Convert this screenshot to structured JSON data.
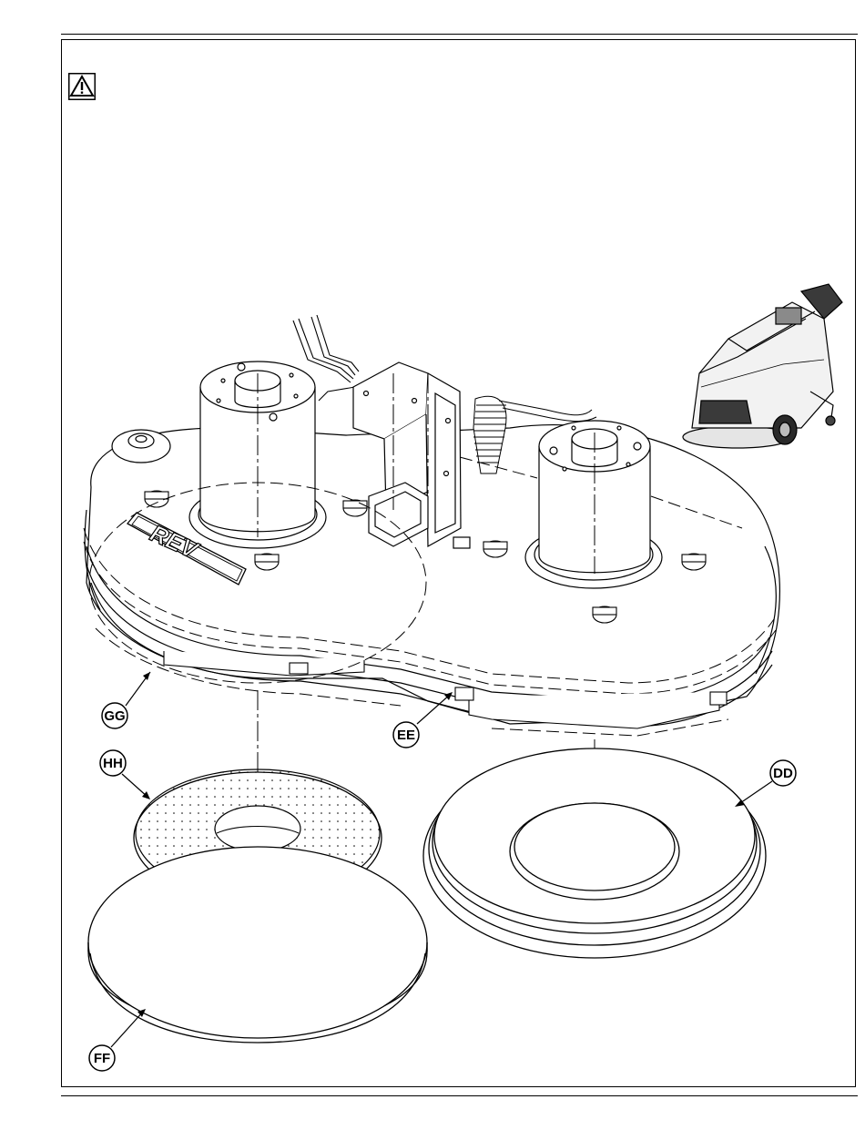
{
  "warning_icon": "warning-triangle-icon",
  "logo_text": "REV",
  "callouts": {
    "gg": "GG",
    "ee": "EE",
    "hh": "HH",
    "dd": "DD",
    "ff": "FF"
  },
  "colors": {
    "line": "#000000",
    "background": "#ffffff"
  }
}
